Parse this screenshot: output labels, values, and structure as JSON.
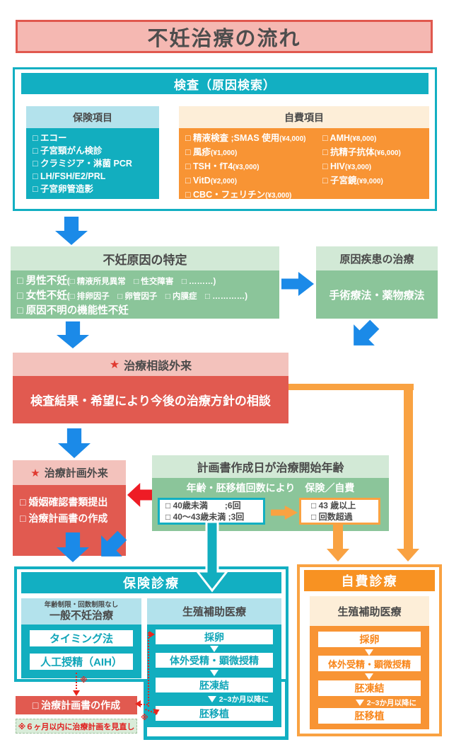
{
  "title": "不妊治療の流れ",
  "exam": {
    "header": "検査（原因検索）",
    "insurance": {
      "header": "保険項目",
      "items": [
        "□ エコー",
        "□ 子宮頸がん検診",
        "□ クラミジア・淋菌 PCR",
        "□ LH/FSH/E2/PRL",
        "□ 子宮卵管造影"
      ]
    },
    "selfpay": {
      "header": "自費項目",
      "items_left": [
        {
          "label": "□ 精液検査 ;SMAS 使用",
          "price": "(¥4,000)"
        },
        {
          "label": "□ 風疹",
          "price": "(¥1,000)"
        },
        {
          "label": "□ TSH・fT4",
          "price": "(¥3,000)"
        },
        {
          "label": "□ VitD",
          "price": "(¥2,000)"
        },
        {
          "label": "□ CBC・フェリチン",
          "price": "(¥3,000)"
        }
      ],
      "items_right": [
        {
          "label": "□ AMH",
          "price": "(¥8,000)"
        },
        {
          "label": "□ 抗精子抗体",
          "price": "(¥6,000)"
        },
        {
          "label": "□ HIV",
          "price": "(¥3,000)"
        },
        {
          "label": "□ 子宮鏡",
          "price": "(¥9,000)"
        }
      ]
    }
  },
  "cause": {
    "header": "不妊原因の特定",
    "lines": [
      {
        "main": "□ 男性不妊",
        "detail": "(□ 精液所見異常　□ 性交障害　□ ………)"
      },
      {
        "main": "□ 女性不妊",
        "detail": "(□ 排卵因子　□ 卵管因子　□ 内膜症　□ …………)"
      },
      {
        "main": "□ 原因不明の機能性不妊",
        "detail": ""
      }
    ]
  },
  "disease": {
    "header": "原因疾患の治療",
    "body": "手術療法・薬物療法"
  },
  "consult": {
    "star": "★",
    "label": "治療相談外来",
    "body": "検査結果・希望により今後の治療方針の相談"
  },
  "plan_clinic": {
    "star": "★",
    "label": "治療計画外来",
    "items": [
      "□ 婚姻確認書類提出",
      "□ 治療計画書の作成"
    ]
  },
  "age_box": {
    "header": "計画書作成日が治療開始年齢",
    "subheader": "年齢・胚移植回数により　保険／自費",
    "insurance_box": [
      "□ 40歳未満　　;6回",
      "□ 40～43歳未満 ;3回"
    ],
    "selfpay_box": [
      "□ 43 歳以上",
      "□ 回数超過"
    ]
  },
  "insurance_care": {
    "header": "保険診療",
    "general": {
      "note": "年齢制限・回数制限なし",
      "title": "一般不妊治療",
      "steps": [
        "タイミング法",
        "人工授精（AIH）"
      ]
    },
    "art": {
      "title": "生殖補助医療",
      "steps": [
        "採卵",
        "体外受精・顕微授精",
        "胚凍結",
        "胚移植"
      ],
      "interval_note": "2~3か月以降に"
    }
  },
  "selfpay_care": {
    "header": "自費診療",
    "art": {
      "title": "生殖補助医療",
      "steps": [
        "採卵",
        "体外受精・顕微授精",
        "胚凍結",
        "胚移植"
      ],
      "interval_note": "2~3か月以降に"
    }
  },
  "replan": {
    "box": "□ 治療計画書の作成",
    "note": "※６ヶ月以内に治療計画を見直し",
    "asterisk": "※"
  }
}
